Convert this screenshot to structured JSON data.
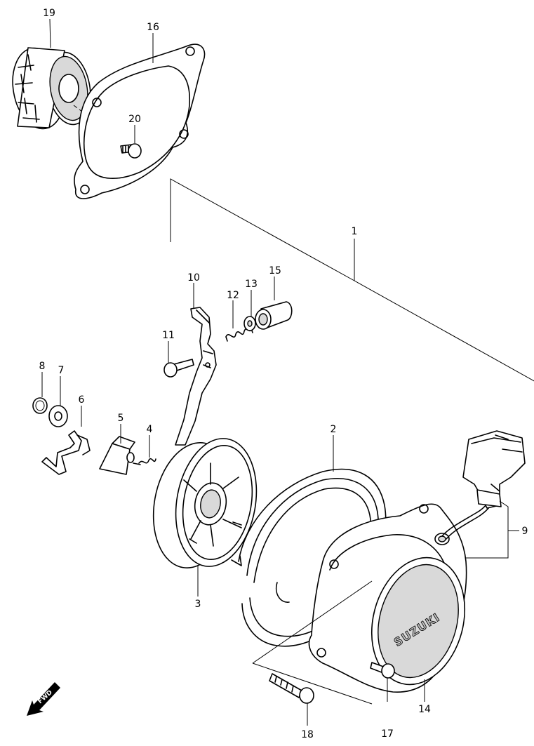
{
  "diagram": {
    "callouts": [
      {
        "id": "c1",
        "text": "1"
      },
      {
        "id": "c2",
        "text": "2"
      },
      {
        "id": "c3",
        "text": "3"
      },
      {
        "id": "c4",
        "text": "4"
      },
      {
        "id": "c5",
        "text": "5"
      },
      {
        "id": "c6",
        "text": "6"
      },
      {
        "id": "c7",
        "text": "7"
      },
      {
        "id": "c8",
        "text": "8"
      },
      {
        "id": "c9",
        "text": "9"
      },
      {
        "id": "c10",
        "text": "10"
      },
      {
        "id": "c11",
        "text": "11"
      },
      {
        "id": "c12",
        "text": "12"
      },
      {
        "id": "c13",
        "text": "13"
      },
      {
        "id": "c14",
        "text": "14"
      },
      {
        "id": "c15",
        "text": "15"
      },
      {
        "id": "c16",
        "text": "16"
      },
      {
        "id": "c17",
        "text": "17"
      },
      {
        "id": "c18",
        "text": "18"
      },
      {
        "id": "c19",
        "text": "19"
      },
      {
        "id": "c20",
        "text": "20"
      }
    ],
    "brand_text": "SUZUKI",
    "direction_marker": "FWD"
  }
}
